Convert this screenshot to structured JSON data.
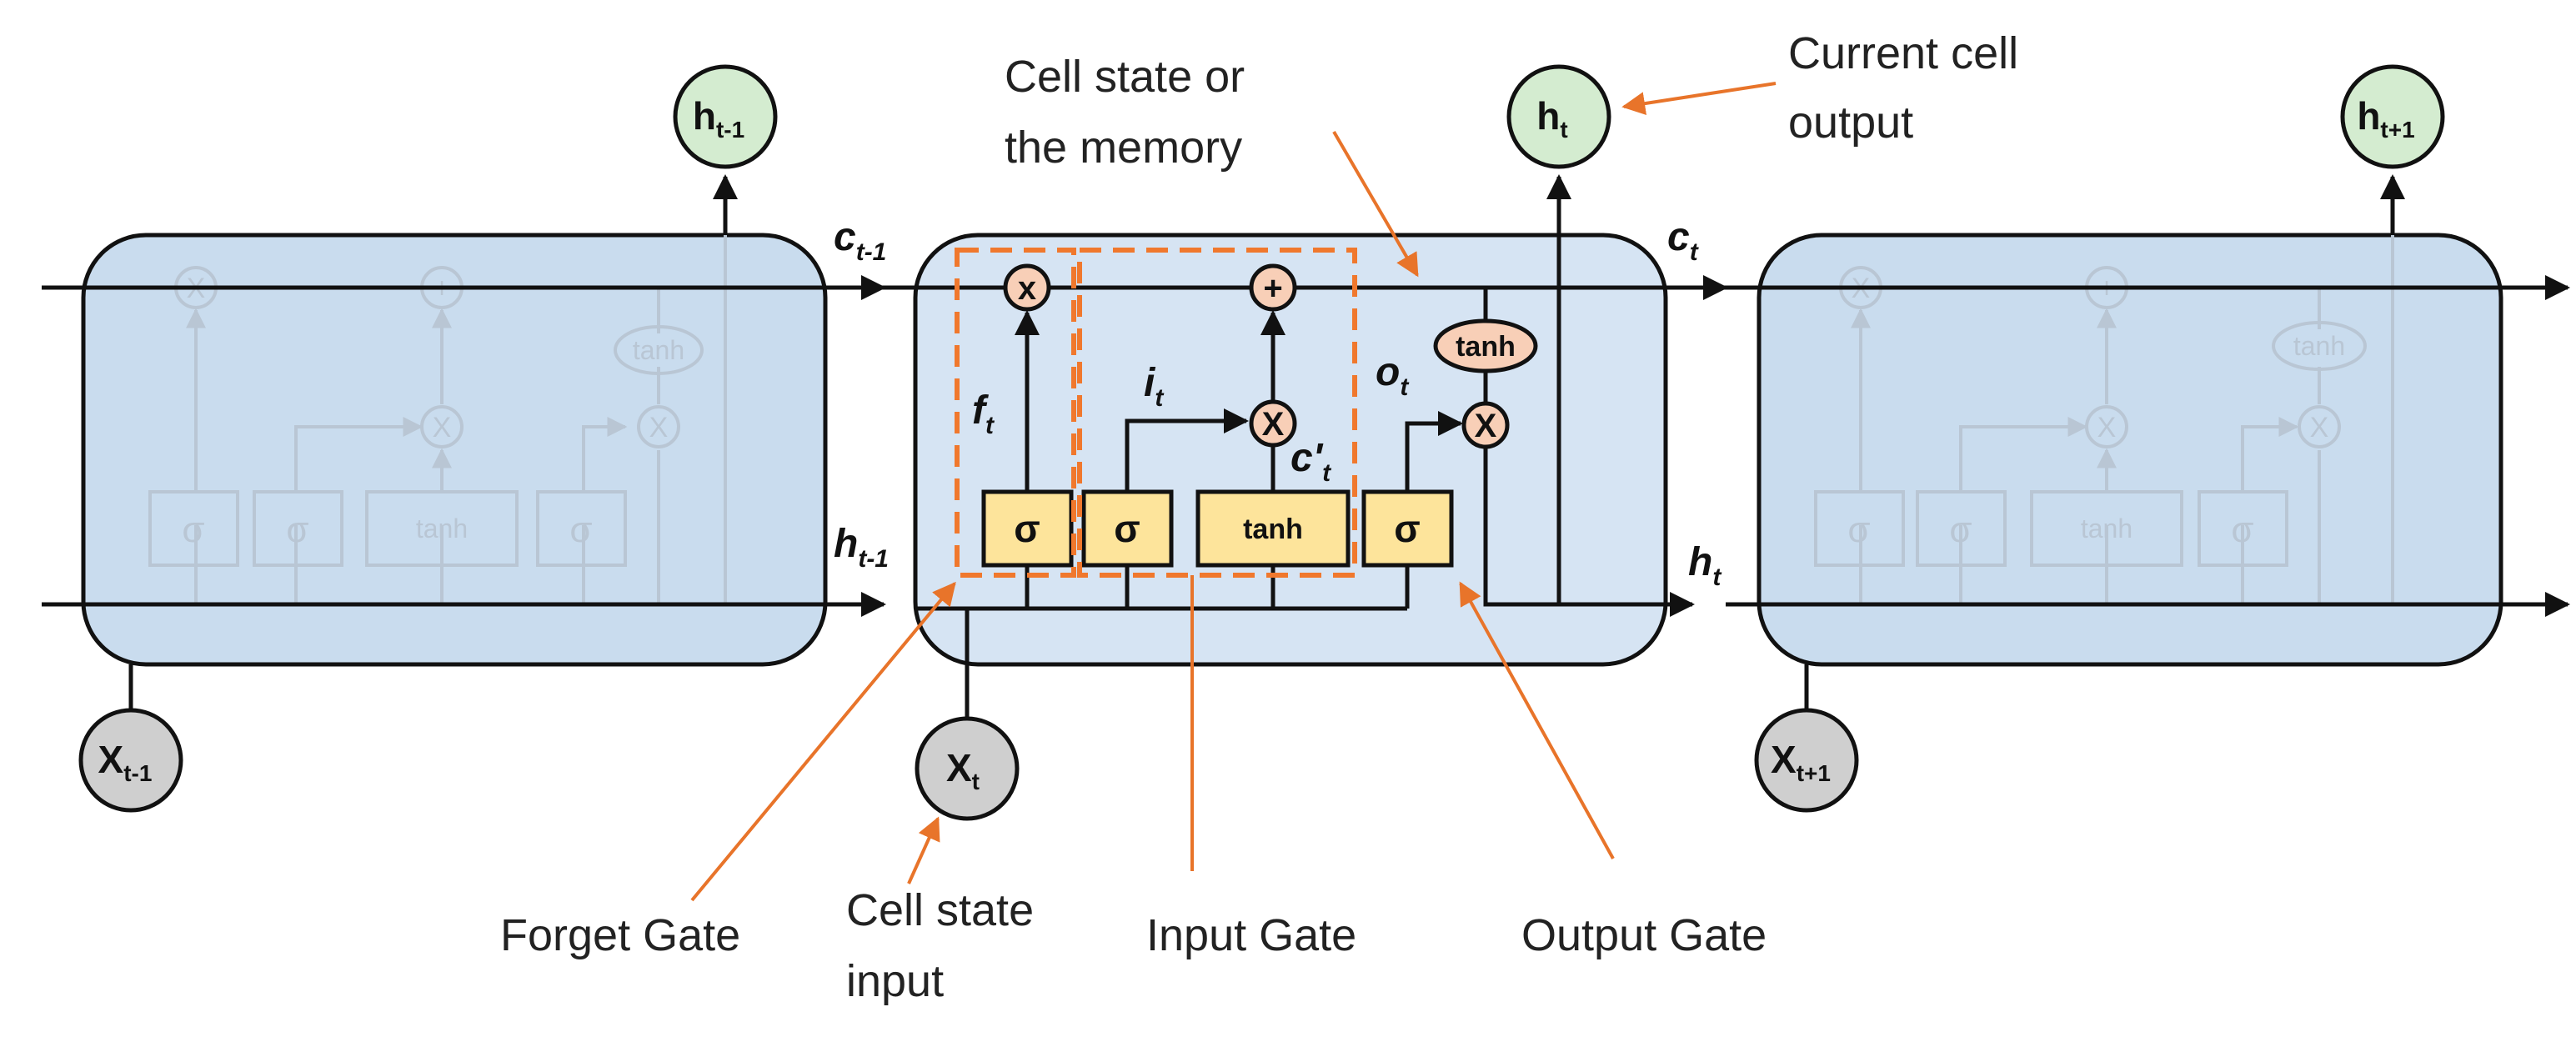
{
  "annotations": {
    "cell_state_memory_line1": "Cell state or",
    "cell_state_memory_line2": "the memory",
    "current_output_line1": "Current cell",
    "current_output_line2": "output",
    "forget_gate": "Forget Gate",
    "cell_state_input_line1": "Cell state",
    "cell_state_input_line2": "input",
    "input_gate": "Input Gate",
    "output_gate": "Output Gate"
  },
  "nodes": {
    "h_prev": {
      "base": "h",
      "sub": "t-1"
    },
    "h_curr": {
      "base": "h",
      "sub": "t"
    },
    "h_next": {
      "base": "h",
      "sub": "t+1"
    },
    "x_prev": {
      "base": "X",
      "sub": "t-1"
    },
    "x_curr": {
      "base": "X",
      "sub": "t"
    },
    "x_next": {
      "base": "X",
      "sub": "t+1"
    }
  },
  "variables": {
    "c_prev": {
      "base": "c",
      "sub": "t-1"
    },
    "c_curr": {
      "base": "c",
      "sub": "t"
    },
    "h_prev_in": {
      "base": "h",
      "sub": "t-1"
    },
    "h_curr_out": {
      "base": "h",
      "sub": "t"
    },
    "f_t": {
      "base": "f",
      "sub": "t"
    },
    "i_t": {
      "base": "i",
      "sub": "t"
    },
    "o_t": {
      "base": "o",
      "sub": "t"
    },
    "c_cand": {
      "base": "c'",
      "sub": "t"
    }
  },
  "gates": {
    "sigma": "σ",
    "tanh": "tanh"
  },
  "operators": {
    "multiply": "x",
    "add": "+",
    "multiply_ghost": "X"
  },
  "colors": {
    "cell_fill": "#d6e4f3",
    "ghost_fill": "#c9dcee",
    "gate_fill": "#fde49b",
    "operator_fill": "#f8cfb7",
    "h_node_fill": "#d4ecd0",
    "x_node_fill": "#cfcfcf",
    "annotation_line": "#e8742a",
    "dashed_box": "#f0782d"
  }
}
